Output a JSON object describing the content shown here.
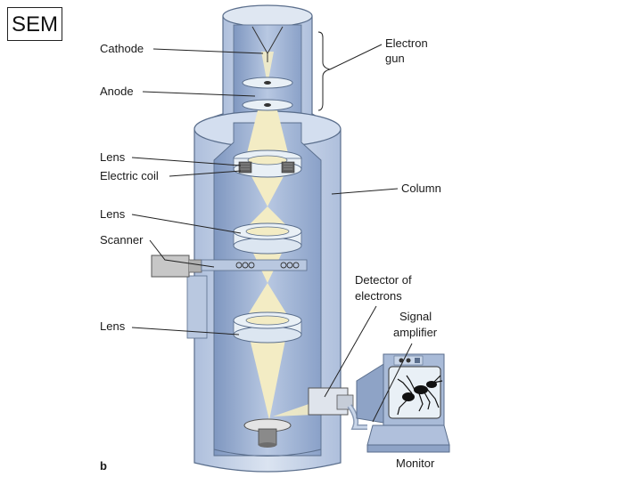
{
  "badge": "SEM",
  "figure_letter": "b",
  "labels": {
    "cathode": "Cathode",
    "anode": "Anode",
    "lens_top": "Lens",
    "electric_coil": "Electric coil",
    "lens_middle": "Lens",
    "scanner": "Scanner",
    "lens_bottom": "Lens",
    "electron_gun_line1": "Electron",
    "electron_gun_line2": "gun",
    "column": "Column",
    "detector_line1": "Detector of",
    "detector_line2": "electrons",
    "signal_line1": "Signal",
    "signal_line2": "amplifier",
    "monitor": "Monitor"
  },
  "colors": {
    "column_fill": "#c9d6e9",
    "column_stroke": "#5a6e8c",
    "inner_chamber": "#9db1d1",
    "beam": "#f3ecc4",
    "lens_fill": "#e9f0f6",
    "coil": "#5a5a5a",
    "monitor_body": "#a9bbd8"
  }
}
